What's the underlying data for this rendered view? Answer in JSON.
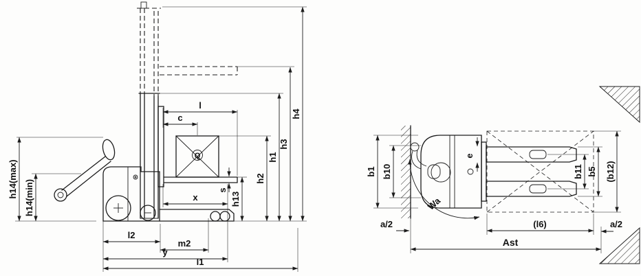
{
  "side": {
    "h14max": "h14(max)",
    "h14min": "h14(min)",
    "l": "l",
    "c": "c",
    "q": "Q",
    "s": "s",
    "x": "x",
    "h13": "h13",
    "h2": "h2",
    "h1": "h1",
    "h3": "h3",
    "h4": "h4",
    "l2": "l2",
    "m2": "m2",
    "y": "y",
    "l1": "l1"
  },
  "top": {
    "b1": "b1",
    "b10": "b10",
    "e": "e",
    "b11": "b11",
    "b5": "b5",
    "b12": "(b12)",
    "wa": "Wa",
    "a2l": "a/2",
    "a2r": "a/2",
    "l6": "(l6)",
    "ast": "Ast"
  }
}
